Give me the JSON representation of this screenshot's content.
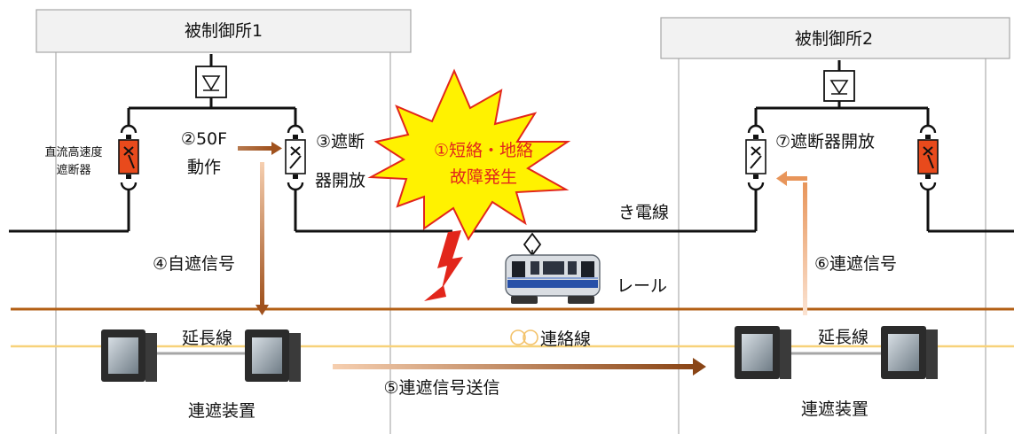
{
  "substation1": {
    "title": "被制御所1"
  },
  "substation2": {
    "title": "被制御所2"
  },
  "breaker_label": [
    "直流高速度",
    "遮断器"
  ],
  "steps": {
    "s1": [
      "①短絡・地絡",
      "故障発生"
    ],
    "s2": [
      "②50F",
      "動作"
    ],
    "s3": [
      "③遮断",
      "器開放"
    ],
    "s4": "④自遮信号",
    "s5": "⑤連遮信号送信",
    "s6": "⑥連遮信号",
    "s7": "⑦遮断器開放"
  },
  "lines": {
    "feeder": "き電線",
    "rail": "レール",
    "comm": "連絡線",
    "extension": "延長線"
  },
  "device_label": "連遮装置",
  "colors": {
    "rail": "#b35f14",
    "comm_line": "#f7d27a",
    "arrow_dark": "#a0521e",
    "arrow_light": "#f3c3a0",
    "breaker_red": "#e84a1c",
    "burst_fill": "#fff200",
    "burst_stroke": "#e2261b"
  }
}
